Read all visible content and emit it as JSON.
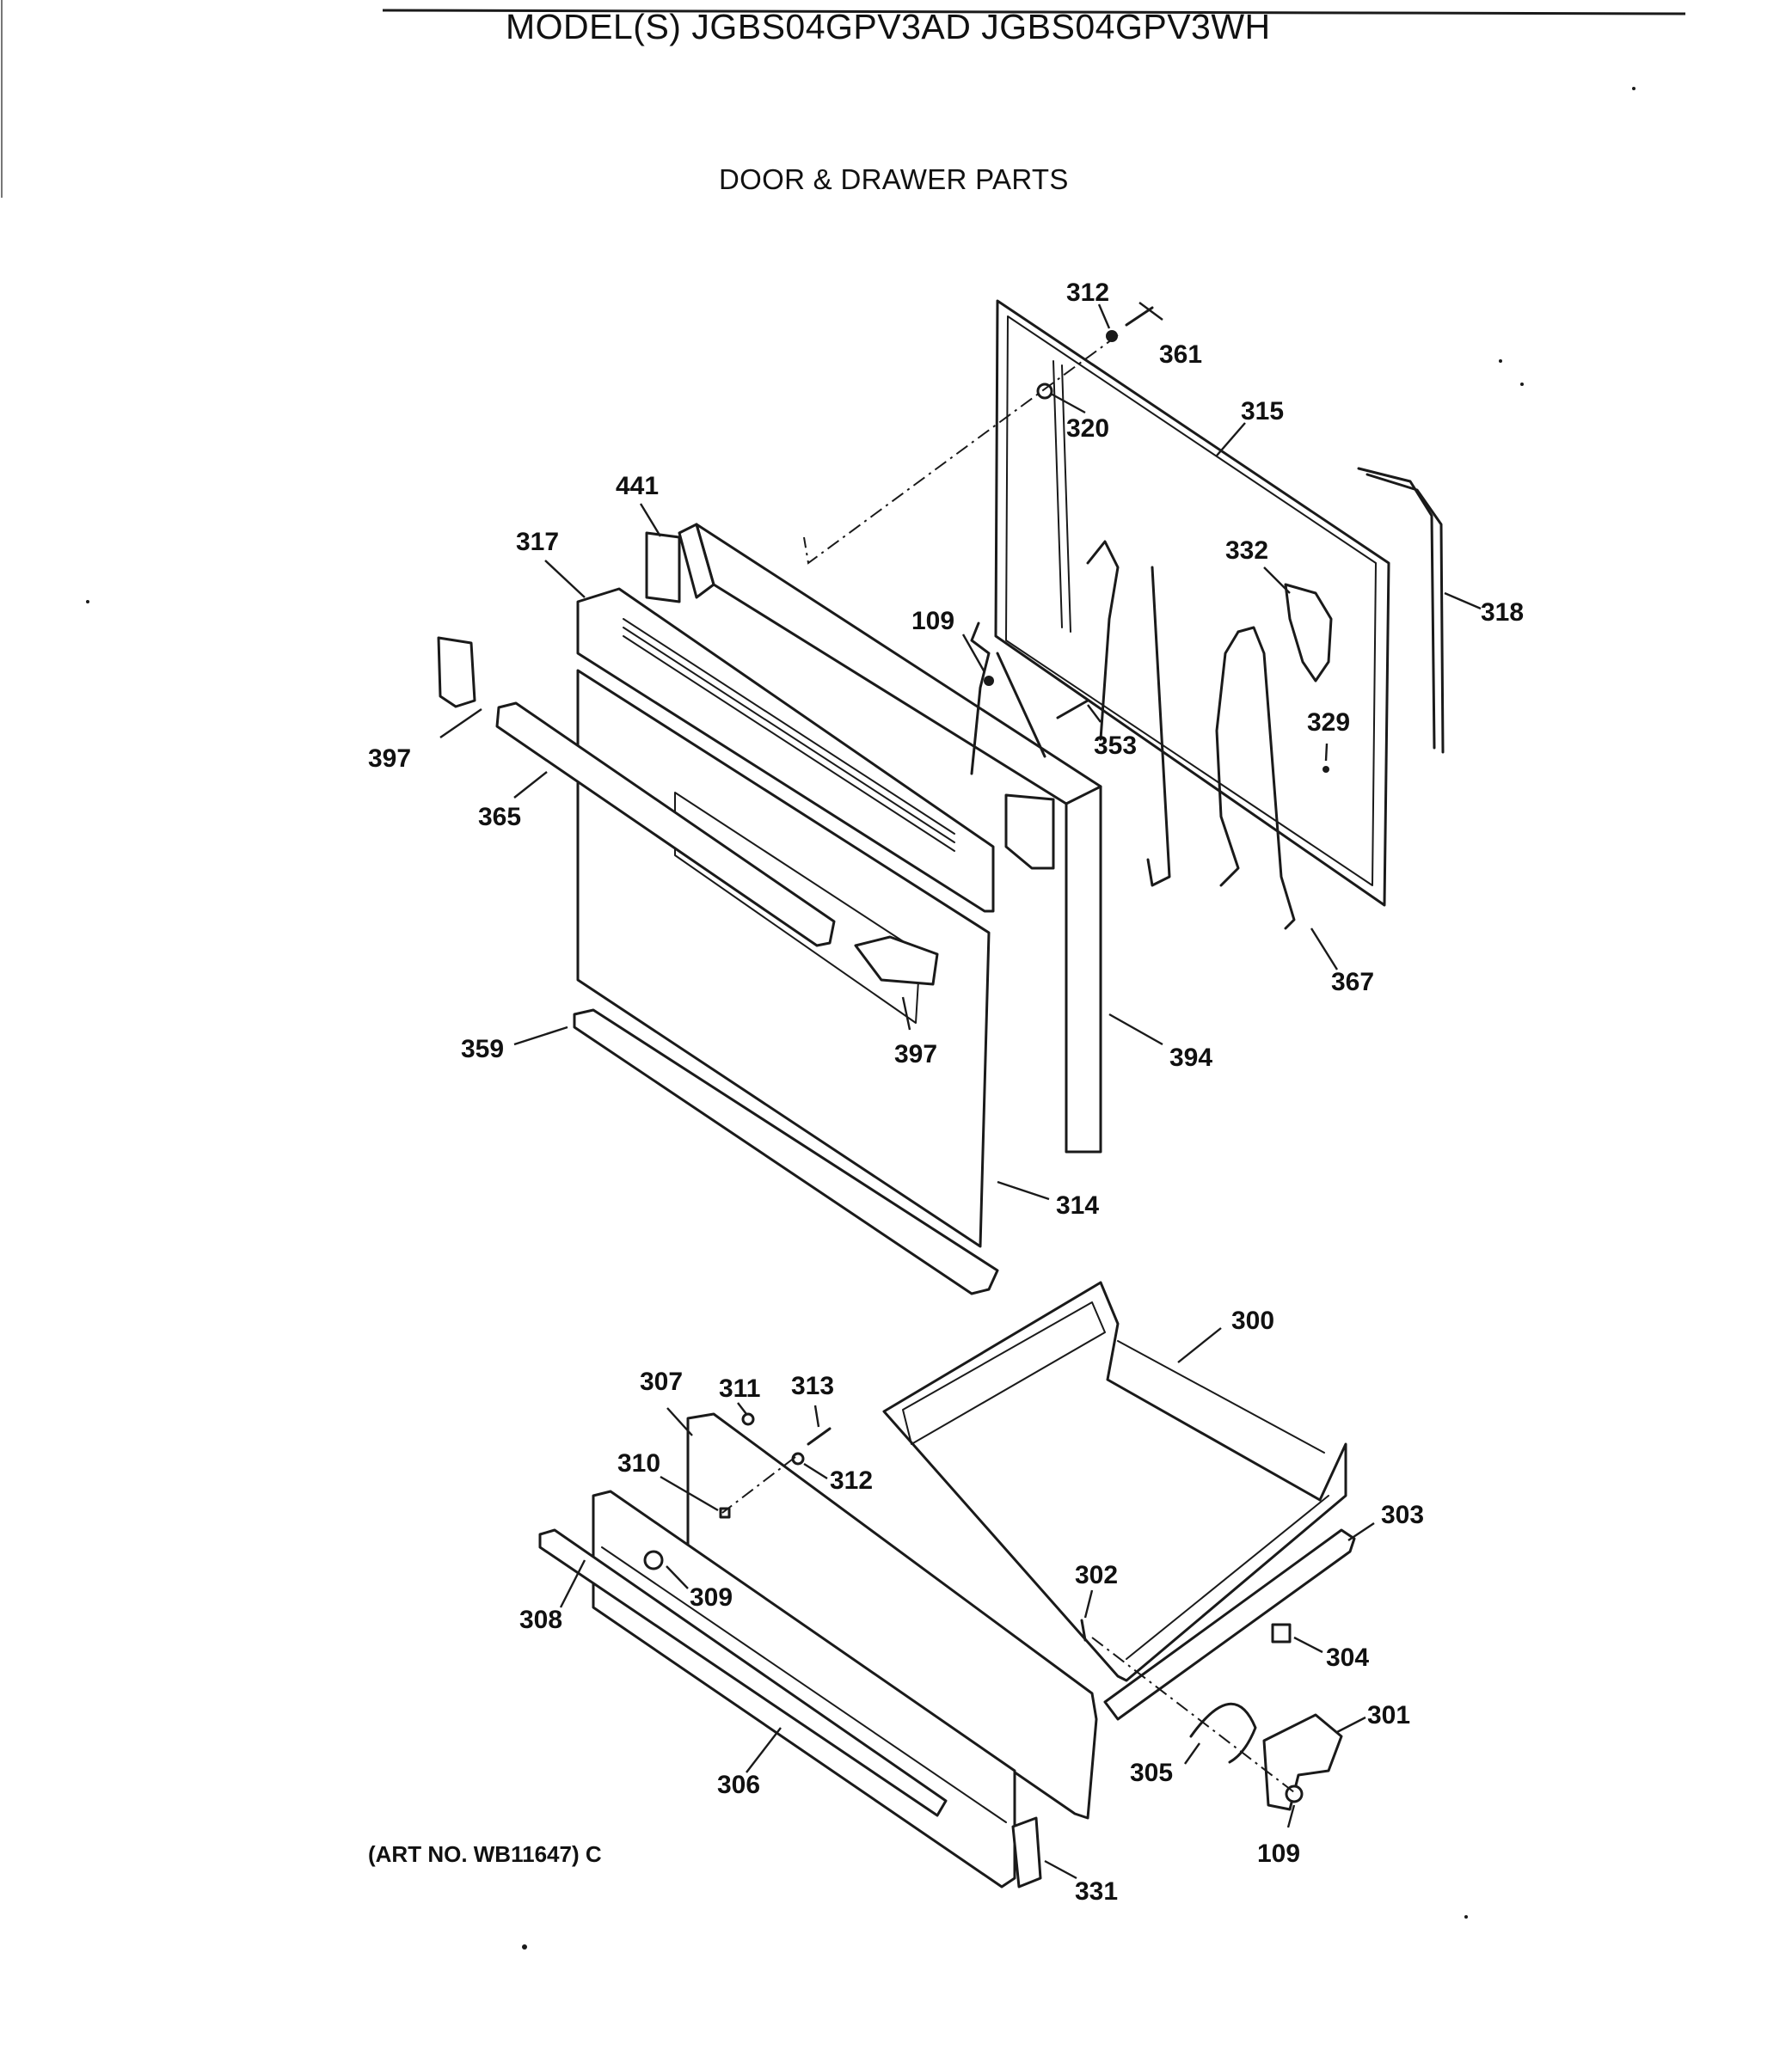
{
  "header": {
    "model": "MODEL(S) JGBS04GPV3AD  JGBS04GPV3WH",
    "section": "DOOR & DRAWER PARTS",
    "art_no": "(ART NO. WB11647) C"
  },
  "callouts": {
    "c312a": "312",
    "c361": "361",
    "c320": "320",
    "c315": "315",
    "c441": "441",
    "c317": "317",
    "c318": "318",
    "c332": "332",
    "c109a": "109",
    "c397a": "397",
    "c329": "329",
    "c353": "353",
    "c365": "365",
    "c394": "394",
    "c367": "367",
    "c359": "359",
    "c397b": "397",
    "c314": "314",
    "c300": "300",
    "c307": "307",
    "c311": "311",
    "c313": "313",
    "c312b": "312",
    "c310": "310",
    "c303": "303",
    "c302": "302",
    "c309": "309",
    "c308": "308",
    "c304": "304",
    "c301": "301",
    "c306": "306",
    "c305": "305",
    "c109b": "109",
    "c331": "331"
  }
}
